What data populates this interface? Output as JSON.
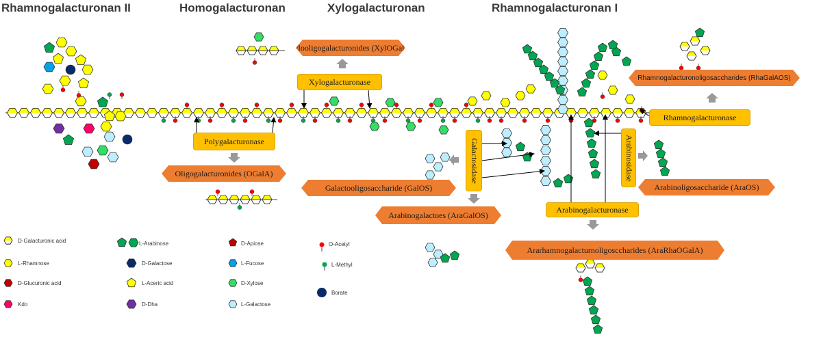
{
  "headers": {
    "rg2": "Rhamnogalacturonan II",
    "hg": "Homogalacturonan",
    "xga": "Xylogalacturonan",
    "rg1": "Rhamnogalacturonan I"
  },
  "enzymes": {
    "polygalacturonase": "Polygalacturonase",
    "xylogalacturonase": "Xylogalacturonase",
    "rhamnogalacturonase": "Rhamnogalacturonase",
    "galactosidase": "Galactosidase",
    "arabinosidase": "Arabinosidase",
    "arabinogalacturonase": "Arabinogalacturonase"
  },
  "products": {
    "xylogalA": "Xylooligogalacturonides (XylOGalA)",
    "ogala": "Oligogalacturonides (OGalA)",
    "rhagal": "Rhamnogalacturonoligosaccharides (RhaGalAOS)",
    "galos": "Galactooligosaccharide (GalOS)",
    "araos": "Arabinoligosaccharide (AraOS)",
    "aragalos": "Arabinogalactoes (AraGalOS)",
    "ararha": "Ararhamnogalacturnoligosccharides (AraRhaOGalA)"
  },
  "legend": {
    "galA": "D-Galacturonic acid",
    "rha": "L-Rhamnose",
    "glcA": "D-Glucuronic acid",
    "kdo": "Kdo",
    "ara": "L-Arabinose",
    "gal": "D-Galactose",
    "ace": "L-Aceric acid",
    "dha": "D-Dha",
    "api": "D-Apiose",
    "fuc": "L-Fucose",
    "xyl": "D-Xylose",
    "lgal": "L-Galactose",
    "acetyl": "O-Acetyl",
    "methyl": "L-Methyl",
    "borate": "Borate"
  },
  "colors": {
    "galA": "#ffffcc",
    "rha": "#ffff00",
    "glcA": "#c00000",
    "kdo": "#ff0066",
    "ara": "#00a651",
    "gal": "#0b2a6b",
    "ace": "#ffff00",
    "dha": "#7030a0",
    "api": "#c00000",
    "fuc": "#00a2e8",
    "xyl": "#33dd66",
    "lgal": "#bdeeff",
    "acetyl": "#ff0000",
    "methyl": "#00a651",
    "borate": "#0b2a6b",
    "enzyme": "#ffc000",
    "product": "#ed7d31",
    "arrow": "#999999"
  }
}
